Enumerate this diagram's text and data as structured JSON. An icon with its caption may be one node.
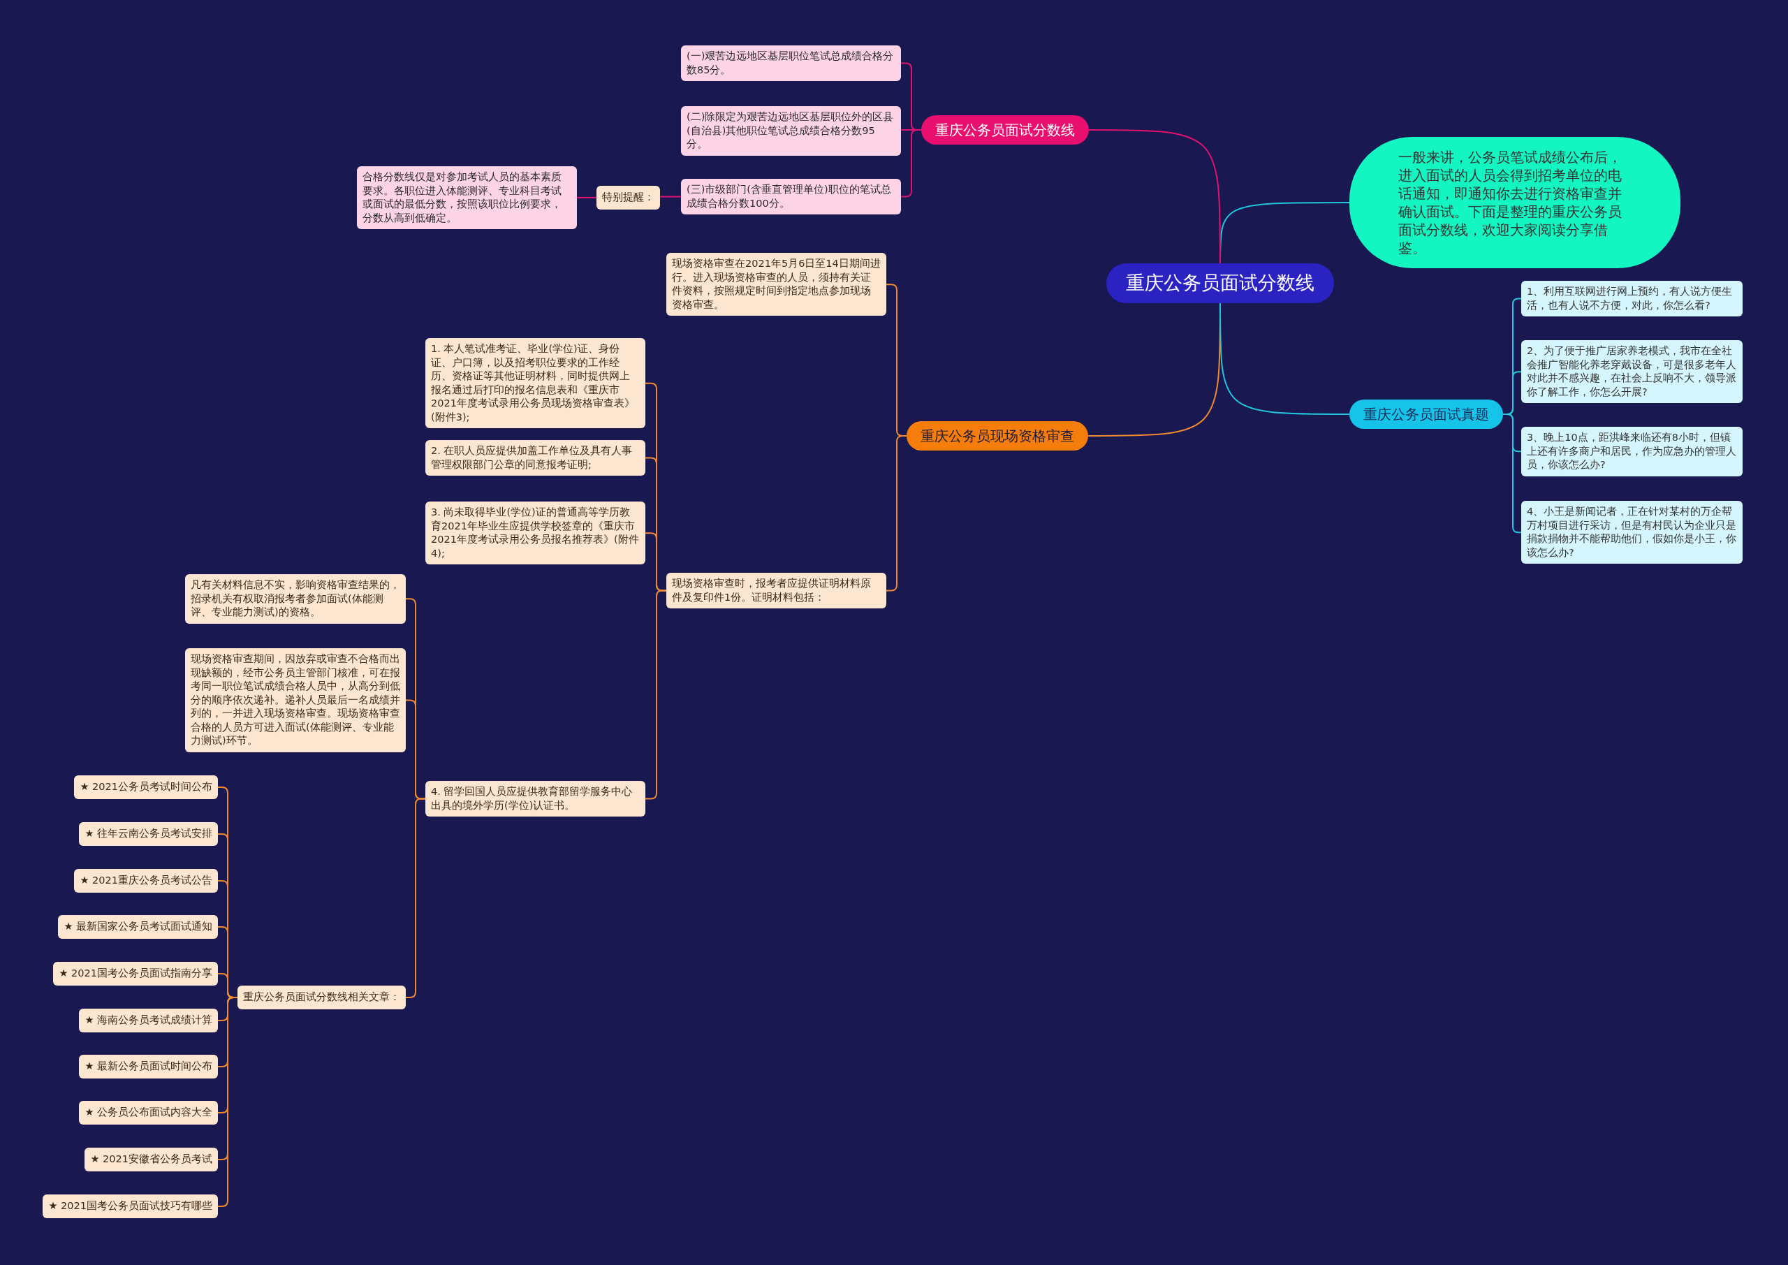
{
  "diagram": {
    "nodes": [
      {
        "text": [
          "重庆公务员面试分数线"
        ]
      },
      {
        "text": [
          "一般来讲，公务员笔试成绩公布后，进入面试的人员会得到招考单位的电话通知，即通知你去进行资格审查并确认面试。下面是整理的重庆公务员面试分数线，欢迎大家阅读分享借鉴。"
        ]
      },
      {
        "text": [
          "重庆公务员面试分数线"
        ]
      },
      {
        "text": [
          "(一)艰苦边远地区基层职位笔试总成绩合格分数85分。"
        ]
      },
      {
        "text": [
          "(二)除限定为艰苦边远地区基层职位外的区县(自治县)其他职位笔试总成绩合格分数95分。"
        ]
      },
      {
        "text": [
          "(三)市级部门(含垂直管理单位)职位的笔试总成绩合格分数100分。"
        ]
      },
      {
        "text": [
          "特别提醒："
        ]
      },
      {
        "text": [
          "合格分数线仅是对参加考试人员的基本素质要求。各职位进入体能测评、专业科目考试或面试的最低分数，按照该职位比例要求，分数从高到低确定。"
        ]
      },
      {
        "text": [
          "重庆公务员现场资格审查"
        ]
      },
      {
        "text": [
          "现场资格审查在2021年5月6日至14日期间进行。进入现场资格审查的人员，须持有关证件资料，按照规定时间到指定地点参加现场资格审查。"
        ]
      },
      {
        "text": [
          "现场资格审查时，报考者应提供证明材料原件及复印件1份。证明材料包括："
        ]
      },
      {
        "text": [
          "1. 本人笔试准考证、毕业(学位)证、身份证、户口簿，以及招考职位要求的工作经历、资格证等其他证明材料，同时提供网上报名通过后打印的报名信息表和《重庆市2021年度考试录用公务员现场资格审查表》(附件3);"
        ]
      },
      {
        "text": [
          "2. 在职人员应提供加盖工作单位及具有人事管理权限部门公章的同意报考证明;"
        ]
      },
      {
        "text": [
          "3. 尚未取得毕业(学位)证的普通高等学历教育2021年毕业生应提供学校签章的《重庆市2021年度考试录用公务员报名推荐表》(附件4);"
        ]
      },
      {
        "text": [
          "4. 留学回国人员应提供教育部留学服务中心出具的境外学历(学位)认证书。"
        ]
      },
      {
        "text": [
          "凡有关材料信息不实，影响资格审查结果的，招录机关有权取消报考者参加面试(体能测评、专业能力测试)的资格。"
        ]
      },
      {
        "text": [
          "现场资格审查期间，因放弃或审查不合格而出现缺额的，经市公务员主管部门核准，可在报考同一职位笔试成绩合格人员中，从高分到低分的顺序依次递补。递补人员最后一名成绩并列的，一并进入现场资格审查。现场资格审查合格的人员方可进入面试(体能测评、专业能力测试)环节。"
        ]
      },
      {
        "text": [
          "重庆公务员面试分数线相关文章："
        ]
      },
      {
        "text": [
          "★ 2021公务员考试时间公布"
        ]
      },
      {
        "text": [
          "★ 往年云南公务员考试安排"
        ]
      },
      {
        "text": [
          "★ 2021重庆公务员考试公告"
        ]
      },
      {
        "text": [
          "★ 最新国家公务员考试面试通知"
        ]
      },
      {
        "text": [
          "★ 2021国考公务员面试指南分享"
        ]
      },
      {
        "text": [
          "★ 海南公务员考试成绩计算"
        ]
      },
      {
        "text": [
          "★ 最新公务员面试时间公布"
        ]
      },
      {
        "text": [
          "★ 公务员公布面试内容大全"
        ]
      },
      {
        "text": [
          "★ 2021安徽省公务员考试"
        ]
      },
      {
        "text": [
          "★ 2021国考公务员面试技巧有哪些"
        ]
      },
      {
        "text": [
          "重庆公务员面试真题"
        ]
      },
      {
        "text": [
          "1、利用互联网进行网上预约，有人说方便生活，也有人说不方便，对此，你怎么看?"
        ]
      },
      {
        "text": [
          "2、为了便于推广居家养老模式，我市在全社会推广智能化养老穿戴设备，可是很多老年人对此并不感兴趣，在社会上反响不大，领导派你了解工作，你怎么开展?"
        ]
      },
      {
        "text": [
          "3、晚上10点，距洪峰来临还有8小时，但镇上还有许多商户和居民，作为应急办的管理人员，你该怎么办?"
        ]
      },
      {
        "text": [
          "4、小王是新闻记者，正在针对某村的万企帮万村项目进行采访，但是有村民认为企业只是捐款捐物并不能帮助他们，假如你是小王，你该怎么办?"
        ]
      }
    ],
    "edges": [
      {
        "from": 0,
        "to": 1,
        "arrow": "none",
        "color": "#22c7dd"
      },
      {
        "from": 0,
        "to": 2,
        "arrow": "none",
        "color": "#e0136f"
      },
      {
        "from": 0,
        "to": 8,
        "arrow": "none"
      },
      {
        "from": 0,
        "to": 28,
        "arrow": "none",
        "color": "#22c7dd"
      },
      {
        "from": 2,
        "to": 3,
        "arrow": "none",
        "color": "#e0136f"
      },
      {
        "from": 2,
        "to": 4,
        "arrow": "none",
        "color": "#e0136f"
      },
      {
        "from": 2,
        "to": 5,
        "arrow": "none",
        "color": "#e0136f"
      },
      {
        "from": 5,
        "to": 6,
        "arrow": "none",
        "color": "#e0136f"
      },
      {
        "from": 6,
        "to": 7,
        "arrow": "none",
        "color": "#e0136f"
      },
      {
        "from": 8,
        "to": 9,
        "arrow": "none"
      },
      {
        "from": 8,
        "to": 10,
        "arrow": "none"
      },
      {
        "from": 10,
        "to": 11,
        "arrow": "none"
      },
      {
        "from": 10,
        "to": 12,
        "arrow": "none"
      },
      {
        "from": 10,
        "to": 13,
        "arrow": "none"
      },
      {
        "from": 10,
        "to": 14,
        "arrow": "none"
      },
      {
        "from": 14,
        "to": 15,
        "arrow": "none"
      },
      {
        "from": 14,
        "to": 16,
        "arrow": "none"
      },
      {
        "from": 14,
        "to": 17,
        "arrow": "none"
      },
      {
        "from": 17,
        "to": 18,
        "arrow": "none"
      },
      {
        "from": 17,
        "to": 19,
        "arrow": "none"
      },
      {
        "from": 17,
        "to": 20,
        "arrow": "none"
      },
      {
        "from": 17,
        "to": 21,
        "arrow": "none"
      },
      {
        "from": 17,
        "to": 22,
        "arrow": "none"
      },
      {
        "from": 17,
        "to": 23,
        "arrow": "none"
      },
      {
        "from": 17,
        "to": 24,
        "arrow": "none"
      },
      {
        "from": 17,
        "to": 25,
        "arrow": "none"
      },
      {
        "from": 17,
        "to": 26,
        "arrow": "none"
      },
      {
        "from": 17,
        "to": 27,
        "arrow": "none"
      },
      {
        "from": 28,
        "to": 29,
        "arrow": "none",
        "color": "#22c7dd"
      },
      {
        "from": 28,
        "to": 30,
        "arrow": "none",
        "color": "#22c7dd"
      },
      {
        "from": 28,
        "to": 31,
        "arrow": "none",
        "color": "#22c7dd"
      },
      {
        "from": 28,
        "to": 32,
        "arrow": "none",
        "color": "#22c7dd"
      }
    ]
  }
}
